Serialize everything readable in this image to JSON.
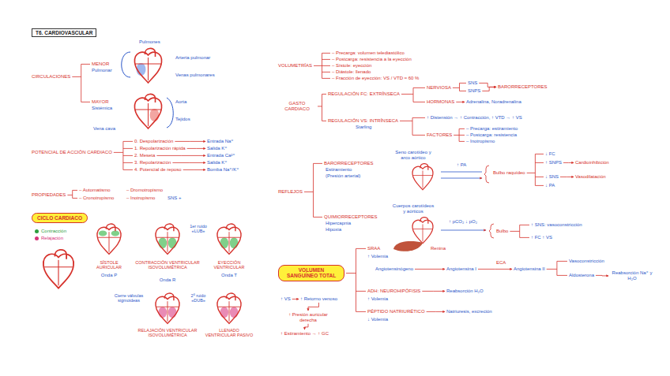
{
  "diagram": {
    "nodes": [
      {
        "text": [
          "T6. CARDIOVASCULAR"
        ]
      },
      {
        "text": [
          "CICLO CARDIACO"
        ]
      },
      {
        "text": [
          "VOLUMEN SANGUÍNEO TOTAL"
        ]
      }
    ],
    "labels": [
      "CIRCULACIONES",
      "MENOR",
      "Pulmonar",
      "MAYOR",
      "Sistémica",
      "Pulmones",
      "Arteria pulmonar",
      "Venas pulmonares",
      "Aorta",
      "Tejidos",
      "Vena cava",
      "POTENCIAL DE ACCIÓN CARDIACO",
      "0. Despolarización",
      "1. Repolarización rápida",
      "2. Meseta",
      "3. Repolarización",
      "4. Potencial de reposo",
      "Entrada Na⁺",
      "Salida K⁺",
      "Entrada Ca²⁺",
      "Salida K⁺",
      "Bomba Na⁺/K⁺",
      "PROPIEDADES",
      "– Automatismo",
      "– Dromotropismo",
      "– Cronotropismo",
      "– Inotropismo",
      "SNS +",
      "SÍSTOLE AURICULAR",
      "Onda P",
      "CONTRACCIÓN VENTRICULAR ISOVOLUMÉTRICA",
      "Onda R",
      "1er ruido «LUB»",
      "EYECCIÓN VENTRICULAR",
      "Onda T",
      "Cierre válvulas sigmoideas",
      "2º ruido «DUB»",
      "RELAJACIÓN VENTRICULAR ISOVOLUMÉTRICA",
      "LLENADO VENTRICULAR PASIVO",
      "VOLUMETRÍAS",
      "– Precarga: volumen telediastólico",
      "– Postcarga: resistencia a la eyección",
      "– Sístole: eyección",
      "– Diástole: llenado",
      "– Fracción de eyección: VS / VTD ≈ 60 %",
      "GASTO CARDIACO",
      "REGULACIÓN FC: EXTRÍNSECA",
      "NERVIOSA",
      "SNS",
      "SNPS",
      "BARORRECEPTORES",
      "HORMONAS",
      "Adrenalina, Noradrenalina",
      "REGULACIÓN VS: INTRÍNSECA",
      "Starling",
      "↑ Distensión → ↑ Contracción, ↑ VTD → ↑ VS",
      "FACTORES",
      "– Precarga: estiramiento",
      "– Postcarga: resistencia",
      "– Inotropismo",
      "REFLEJOS",
      "BARORRECEPTORES",
      "Estiramiento",
      "(Presión arterial)",
      "Seno carotídeo y arco aórtico",
      "↑ PA",
      "Bulbo raquídeo",
      "↓ FC",
      "↑ SNPS",
      "Cardioinhibición",
      "↓ SNS",
      "Vasodilatación",
      "↓ PA",
      "QUIMIORRECEPTORES",
      "Hipercapnia",
      "Hipoxia",
      "Cuerpos carotídeos y aórticos",
      "↑ pCO₂ ↓ pO₂",
      "Bulbo",
      "↑ SNS: vasoconstricción",
      "↑ FC ↑ VS",
      "SRAA",
      "↑ Volemia",
      "Renina",
      "Angiotensinógeno",
      "Angiotensina I",
      "ECA",
      "Angiotensina II",
      "Vasoconstricción",
      "Aldosterona",
      "Reabsorción Na⁺ y H₂O",
      "ADH: NEUROHIPÓFISIS",
      "Reabsorción H₂O",
      "↑ Volemia",
      "PÉPTIDO NATRIURÉTICO",
      "Natriuresis, excreción",
      "↓ Volemia",
      "↑ VS",
      "↑ Retorno venoso",
      "↑ Presión auricular derecha",
      "↑ Estiramiento → ↑ GC"
    ],
    "legend": [
      {
        "text": "Contracción",
        "color": "#2e9e3e"
      },
      {
        "text": "Relajación",
        "color": "#d6337a"
      }
    ]
  }
}
